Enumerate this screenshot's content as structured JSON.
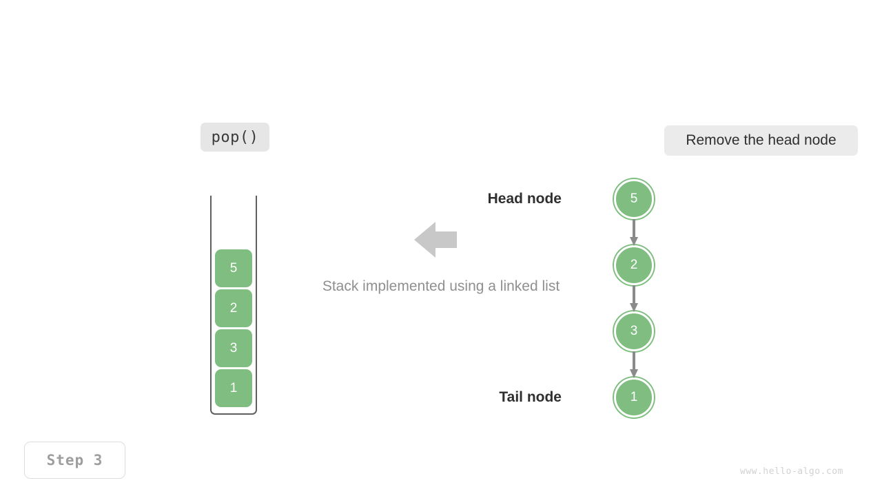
{
  "operation": {
    "label": "pop()"
  },
  "description": {
    "label": "Remove the head node"
  },
  "step": {
    "label": "Step 3"
  },
  "watermark": {
    "text": "www.hello-algo.com"
  },
  "caption": {
    "text": "Stack implemented using a linked list"
  },
  "colors": {
    "node_green": "#7fbe80",
    "frame_gray": "#5e5e5e",
    "arrow_gray": "#c8c8c8",
    "link_gray": "#8a8a8a",
    "pill_gray": "#e6e6e6",
    "caption_gray": "#8f8f8f"
  },
  "stack": {
    "cells": [
      {
        "value": "5"
      },
      {
        "value": "2"
      },
      {
        "value": "3"
      },
      {
        "value": "1"
      }
    ]
  },
  "linked_list": {
    "head_label": "Head node",
    "tail_label": "Tail node",
    "nodes": [
      {
        "value": "5"
      },
      {
        "value": "2"
      },
      {
        "value": "3"
      },
      {
        "value": "1"
      }
    ]
  },
  "icons": {
    "transform_arrow": "arrow-left-icon",
    "link_arrow": "arrow-down-icon"
  }
}
